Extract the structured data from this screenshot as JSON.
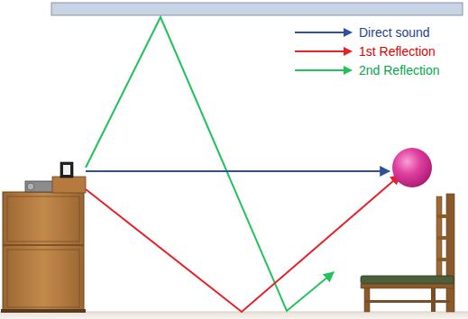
{
  "diagram": {
    "legend": [
      {
        "text": "Direct sound"
      },
      {
        "text": "1st Reflection"
      },
      {
        "text": "2nd Reflection"
      }
    ]
  }
}
